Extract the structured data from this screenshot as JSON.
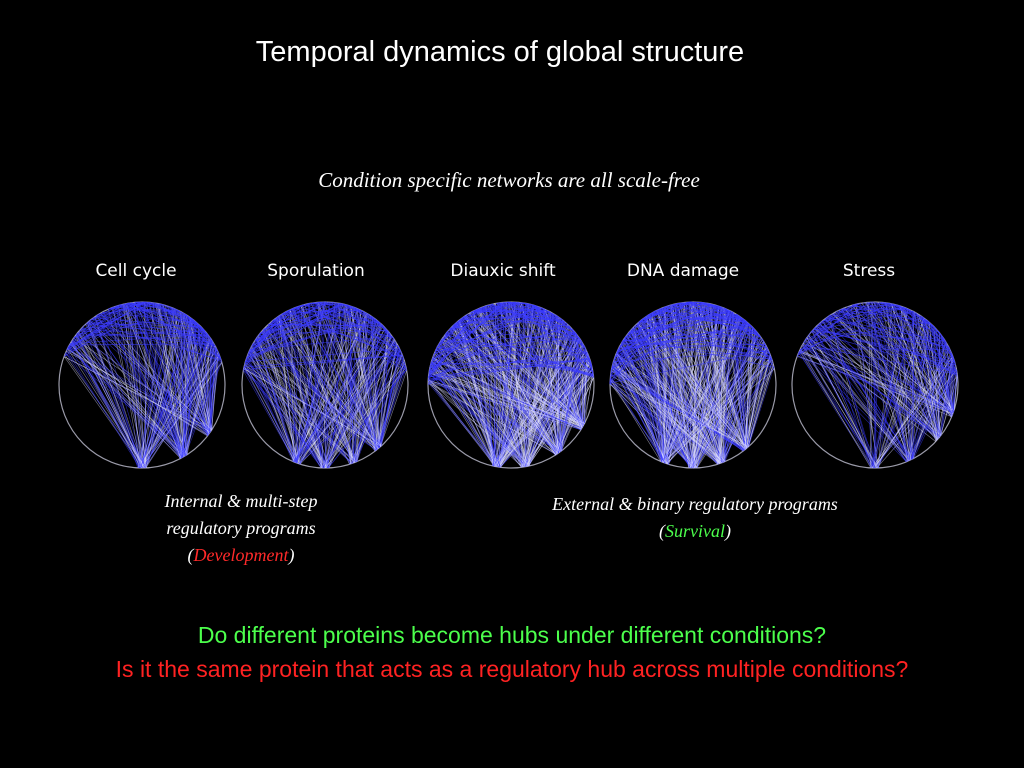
{
  "slide": {
    "title": "Temporal dynamics of global structure",
    "subtitle": "Condition specific networks are all scale-free"
  },
  "networks": [
    {
      "label": "Cell cycle",
      "icon": "hierarchical-network-diagram"
    },
    {
      "label": "Sporulation",
      "icon": "hierarchical-network-diagram"
    },
    {
      "label": "Diauxic shift",
      "icon": "hierarchical-network-diagram"
    },
    {
      "label": "DNA damage",
      "icon": "hierarchical-network-diagram"
    },
    {
      "label": "Stress",
      "icon": "hierarchical-network-diagram"
    }
  ],
  "captions": {
    "internal": {
      "line1": "Internal & multi-step",
      "line2": "regulatory programs",
      "open": "(",
      "keyword": "Development",
      "close": ")"
    },
    "external": {
      "line1": "External & binary regulatory programs",
      "open": "(",
      "keyword": "Survival",
      "close": ")"
    }
  },
  "questions": {
    "q1": "Do different proteins become hubs under different conditions?",
    "q2": "Is it the same protein that acts as a regulatory hub across multiple conditions?"
  },
  "colors": {
    "background": "#000000",
    "text": "#ffffff",
    "question_green": "#4cff4c",
    "question_red": "#ff2222",
    "network_blue": "#3a3aff",
    "network_white": "#dcdcff"
  }
}
